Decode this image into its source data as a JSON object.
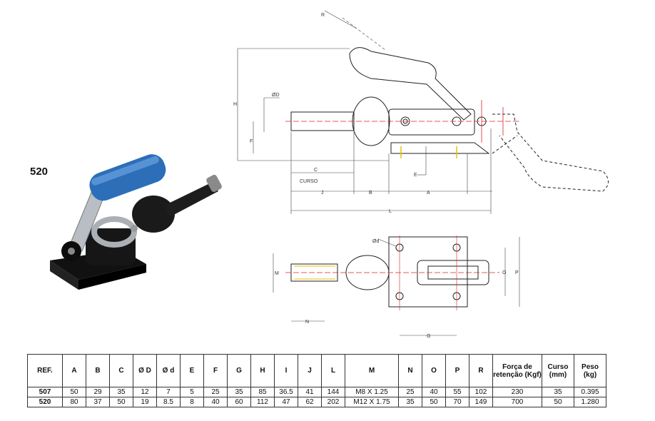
{
  "model_label": "520",
  "drawing_labels": {
    "R": "R",
    "H": "H",
    "phiD": "ØD",
    "F": "F",
    "C": "C",
    "curso": "CURSO",
    "J": "J",
    "B": "B",
    "A": "A",
    "E": "E",
    "L": "L",
    "phid": "Ød",
    "M": "M",
    "O": "O",
    "P": "P",
    "N": "N",
    "G": "G"
  },
  "table": {
    "headers": [
      "REF.",
      "A",
      "B",
      "C",
      "Ø D",
      "Ø d",
      "E",
      "F",
      "G",
      "H",
      "I",
      "J",
      "L",
      "M",
      "N",
      "O",
      "P",
      "R",
      "Força de retenção (Kgf)",
      "Curso (mm)",
      "Peso (kg)"
    ],
    "rows": [
      [
        "507",
        "50",
        "29",
        "35",
        "12",
        "7",
        "5",
        "25",
        "35",
        "85",
        "36.5",
        "41",
        "144",
        "M8 X 1.25",
        "25",
        "40",
        "55",
        "102",
        "230",
        "35",
        "0.395"
      ],
      [
        "520",
        "80",
        "37",
        "50",
        "19",
        "8.5",
        "8",
        "40",
        "60",
        "112",
        "47",
        "62",
        "202",
        "M12 X 1.75",
        "35",
        "50",
        "70",
        "149",
        "700",
        "50",
        "1.280"
      ]
    ]
  }
}
